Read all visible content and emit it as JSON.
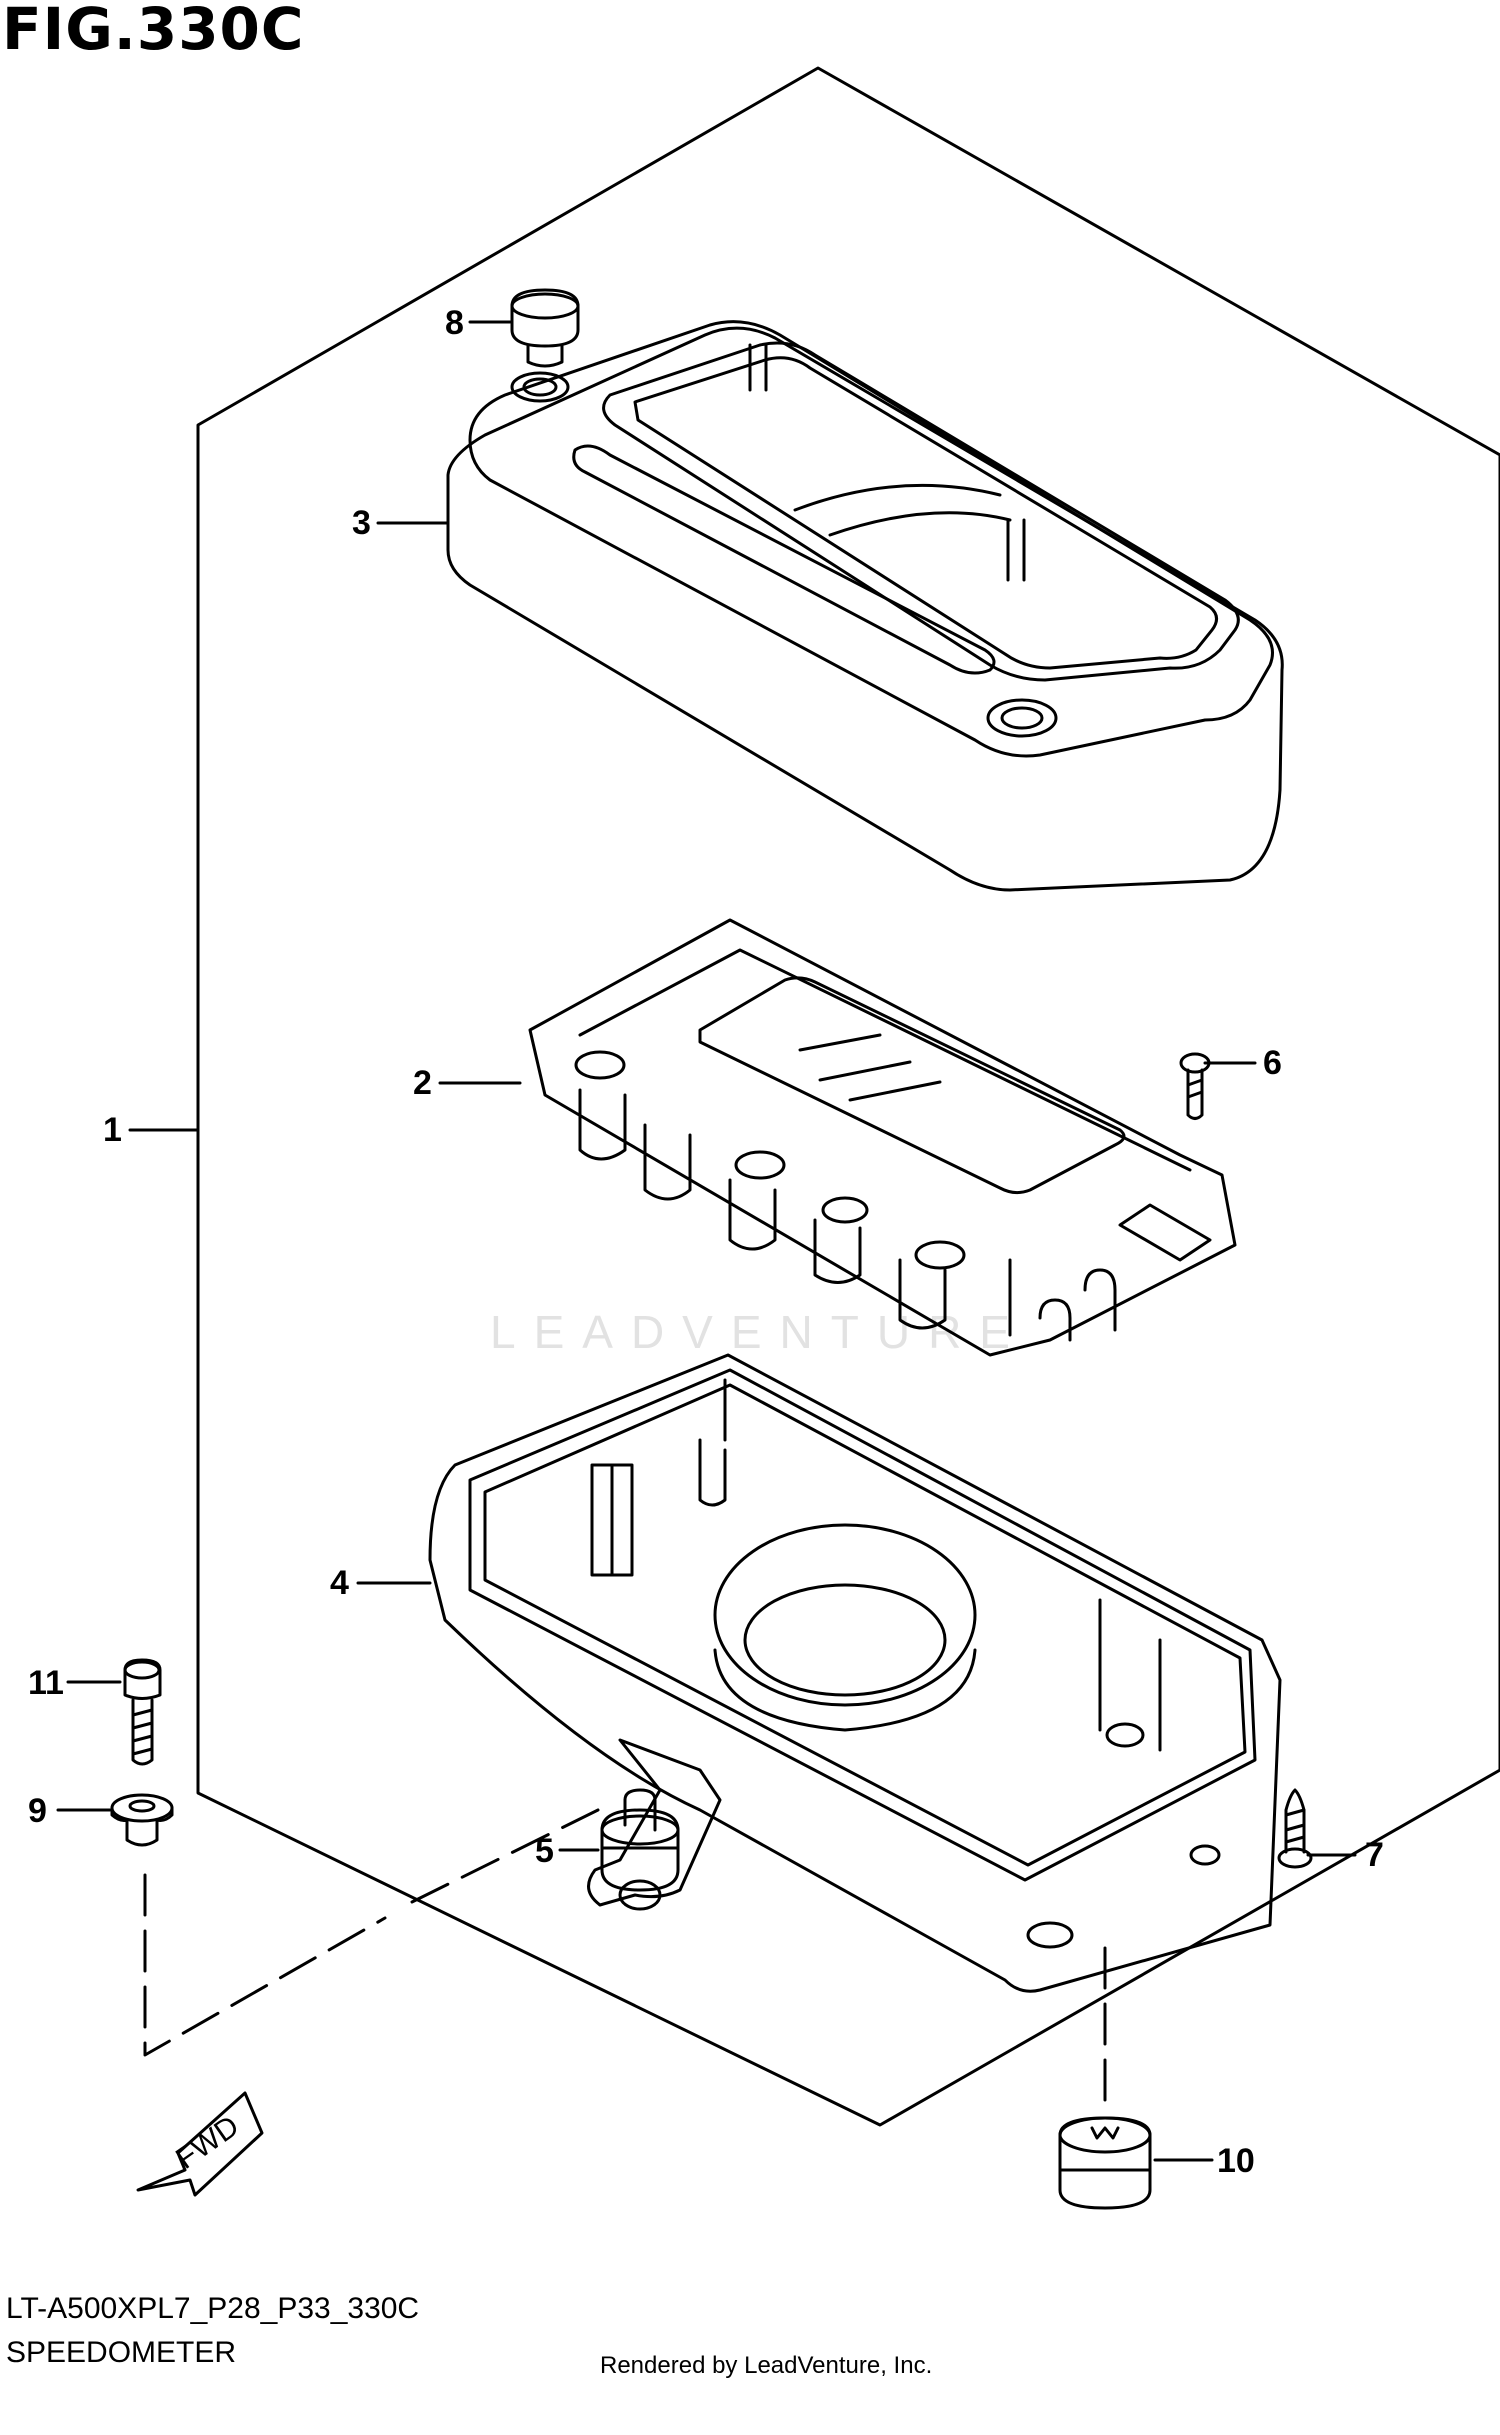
{
  "figure_title": "FIG.330C",
  "callouts": {
    "c1": "1",
    "c2": "2",
    "c3": "3",
    "c4": "4",
    "c5": "5",
    "c6": "6",
    "c7": "7",
    "c8": "8",
    "c9": "9",
    "c10": "10",
    "c11": "11"
  },
  "arrow_label": "FWD",
  "watermark": "LEADVENTURE",
  "footer": {
    "model_code": "LT-A500XPL7_P28_P33_330C",
    "section_name": "SPEEDOMETER",
    "rendered_by": "Rendered by LeadVenture, Inc."
  }
}
